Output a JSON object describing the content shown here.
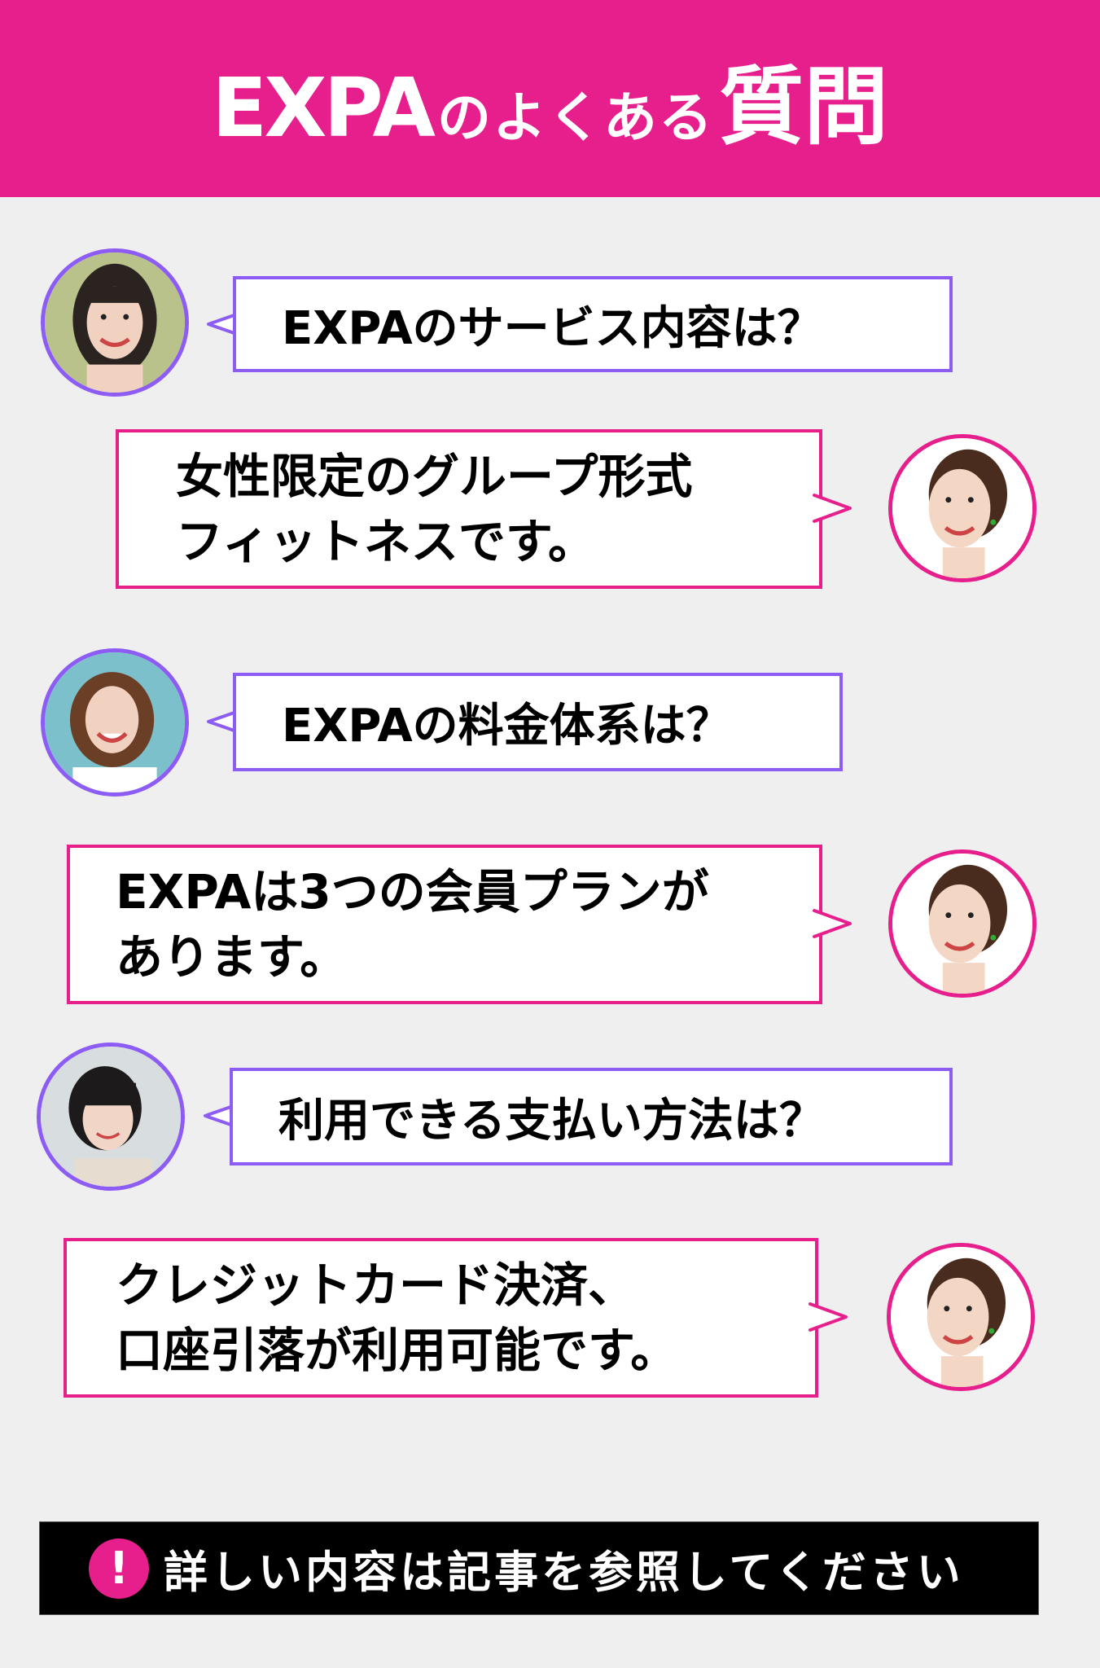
{
  "header": {
    "title_part1": "EXPA",
    "title_part2": "のよくある",
    "title_part3": "質問",
    "background_color": "#e61f8c"
  },
  "colors": {
    "question_border": "#8c5cf5",
    "answer_border": "#e61f8c",
    "page_background": "#efefef",
    "footer_background": "#000000"
  },
  "faq": [
    {
      "question": {
        "avatar": "woman-long-hair-avatar",
        "text": "EXPAのサービス内容は？"
      },
      "answer": {
        "avatar": "instructor-avatar",
        "lines": [
          "女性限定のグループ形式",
          "フィットネスです。"
        ]
      }
    },
    {
      "question": {
        "avatar": "woman-bob-hair-avatar",
        "text": "EXPAの料金体系は？"
      },
      "answer": {
        "avatar": "instructor-avatar",
        "lines": [
          "EXPAは3つの会員プランが",
          "あります。"
        ]
      }
    },
    {
      "question": {
        "avatar": "woman-short-hair-avatar",
        "text": "利用できる支払い方法は？"
      },
      "answer": {
        "avatar": "instructor-avatar",
        "lines": [
          "クレジットカード決済、",
          "口座引落が利用可能です。"
        ]
      }
    }
  ],
  "footer": {
    "icon": "exclamation-icon",
    "icon_glyph": "!",
    "text": "詳しい内容は記事を参照してください"
  }
}
